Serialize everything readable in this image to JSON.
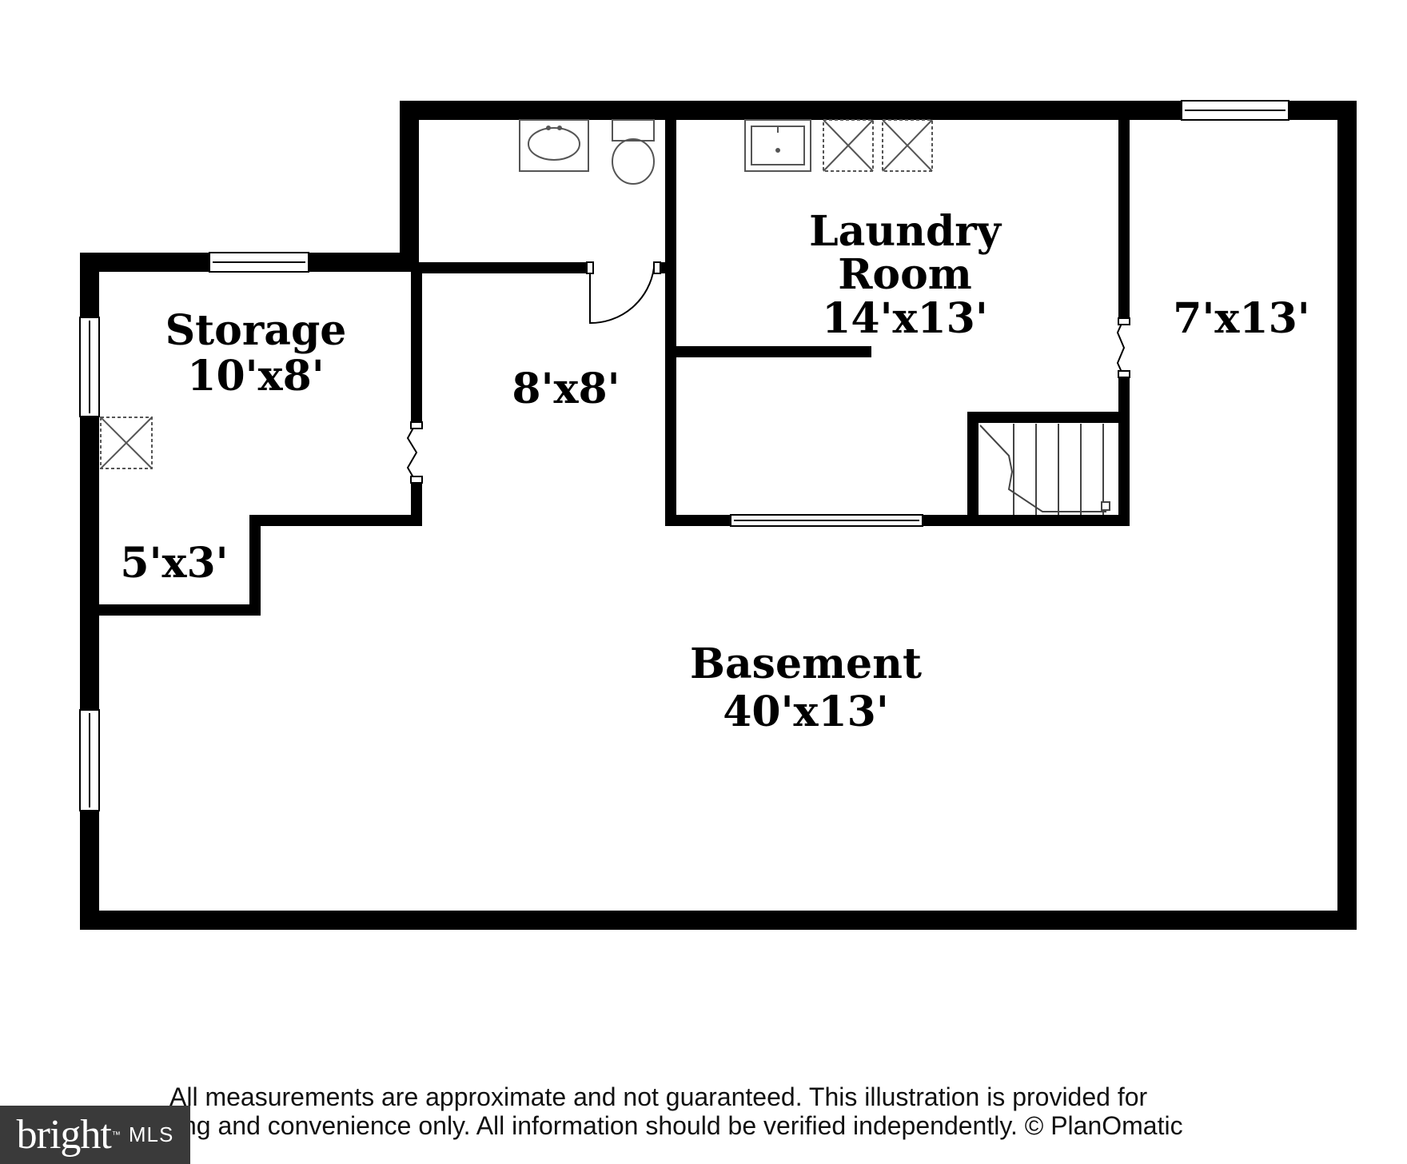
{
  "rooms": {
    "storage_name": "Storage",
    "storage_size": "10'x8'",
    "closet_size": "5'x3'",
    "bath_size": "8'x8'",
    "laundry_name_line1": "Laundry",
    "laundry_name_line2": "Room",
    "laundry_size": "14'x13'",
    "side_size": "7'x13'",
    "basement_name": "Basement",
    "basement_size": "40'x13'"
  },
  "disclaimer": {
    "line1": "All measurements are approximate and not guaranteed. This illustration is provided for",
    "line2": "ting and convenience only. All information should be verified independently. © PlanOmatic"
  },
  "brand": {
    "word": "bright",
    "mls": "MLS",
    "tm": "™"
  },
  "colors": {
    "wall": "#000000",
    "background": "#ffffff",
    "brand_bg": "#3a3a3a"
  }
}
